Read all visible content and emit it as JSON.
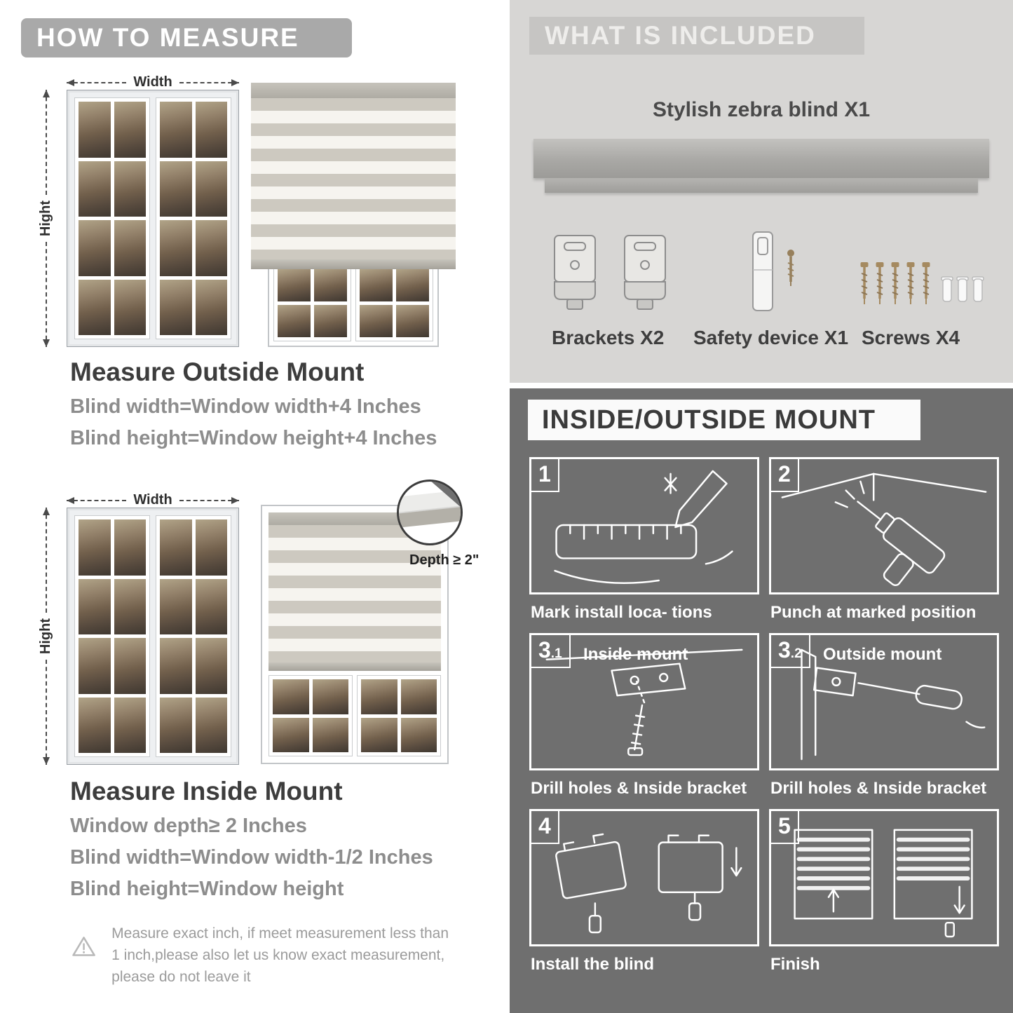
{
  "left": {
    "header": "HOW TO MEASURE",
    "measure": {
      "width_label": "Width",
      "height_label": "Hight"
    },
    "outside": {
      "title": "Measure Outside Mount",
      "lines": [
        "Blind width=Window width+4 Inches",
        "Blind height=Window height+4 Inches"
      ]
    },
    "inside": {
      "title": "Measure Inside Mount",
      "depth_label": "Depth ≥ 2\"",
      "lines": [
        "Window depth≥ 2 Inches",
        "Blind width=Window width-1/2 Inches",
        "Blind height=Window height"
      ]
    },
    "warning": {
      "text": "Measure exact inch, if meet measurement less than 1 inch,please also let us know exact measurement, please do not leave it"
    }
  },
  "included": {
    "header": "WHAT IS INCLUDED",
    "blind_label": "Stylish zebra blind X1",
    "items": [
      {
        "label": "Brackets X2"
      },
      {
        "label": "Safety device X1"
      },
      {
        "label": "Screws X4"
      }
    ]
  },
  "mount": {
    "header": "INSIDE/OUTSIDE MOUNT",
    "steps": [
      {
        "num": "1",
        "sub": "",
        "title": "",
        "caption": "Mark install loca- tions"
      },
      {
        "num": "2",
        "sub": "",
        "title": "",
        "caption": "Punch at marked position"
      },
      {
        "num": "3",
        "sub": ".1",
        "title": "Inside mount",
        "caption": "Drill holes & Inside bracket"
      },
      {
        "num": "3",
        "sub": ".2",
        "title": "Outside mount",
        "caption": "Drill holes & Inside bracket"
      },
      {
        "num": "4",
        "sub": "",
        "title": "",
        "caption": "Install the blind"
      },
      {
        "num": "5",
        "sub": "",
        "title": "",
        "caption": "Finish"
      }
    ]
  }
}
